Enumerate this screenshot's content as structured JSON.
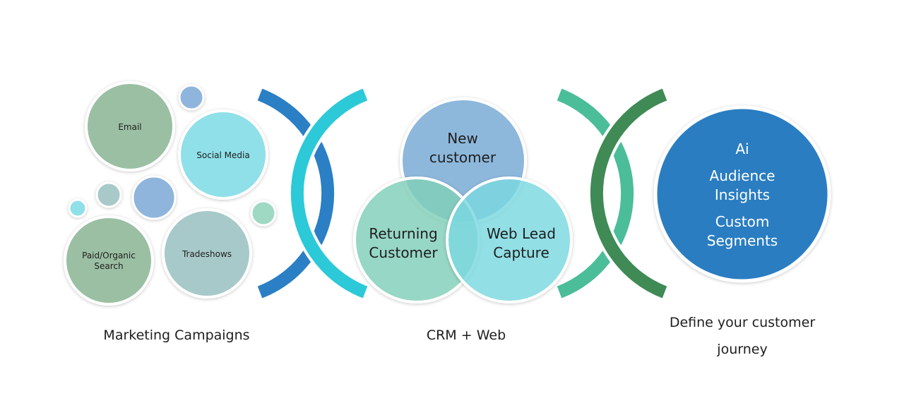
{
  "marketing": {
    "bubbles": {
      "email": "Email",
      "social_media": "Social Media",
      "paid_organic_line1": "Paid/Organic",
      "paid_organic_line2": "Search",
      "tradeshows": "Tradeshows"
    },
    "caption": "Marketing Campaigns"
  },
  "crm": {
    "new_customer_line1": "New",
    "new_customer_line2": "customer",
    "returning_line1": "Returning",
    "returning_line2": "Customer",
    "web_lead_line1": "Web Lead",
    "web_lead_line2": "Capture",
    "caption": "CRM + Web"
  },
  "journey": {
    "line1": "Ai",
    "line2": "Audience",
    "line3": "Insights",
    "line4": "Custom",
    "line5": "Segments",
    "caption_line1": "Define your customer",
    "caption_line2": "journey"
  },
  "colors": {
    "green_grey": "#9bbfa3",
    "light_cyan": "#8fe0e8",
    "light_blue": "#8fb5dc",
    "grey_teal": "#a8c9c9",
    "mint": "#9fd9c4",
    "blue_arc": "#2b7fc4",
    "cyan_arc": "#2cc9d8",
    "green_arc": "#4bbd98",
    "dark_green_arc": "#3f8a55",
    "ai_circle": "#2a7dc1"
  }
}
